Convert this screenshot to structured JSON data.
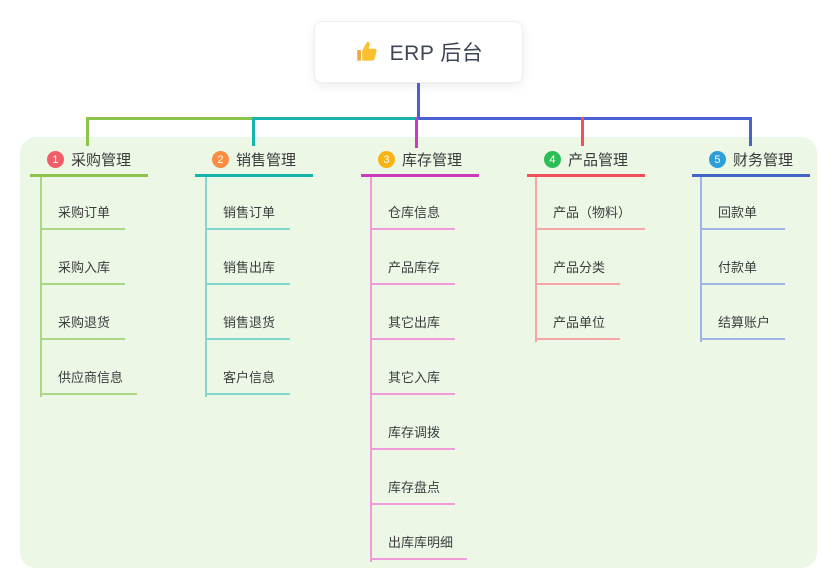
{
  "root": {
    "label": "ERP 后台",
    "icon": "thumbs-up-icon"
  },
  "colors": {
    "panel_bg": "#ecf7e6",
    "root_connector": "#4a5fd1",
    "root_text": "#3d4654",
    "thumb_main": "#fbc02d",
    "thumb_cuff": "#f0a93c"
  },
  "branches": [
    {
      "badge": "1",
      "label": "采购管理",
      "badge_color": "#f25e68",
      "line_color": "#8cc34a",
      "child_line_color": "#aad784",
      "children": [
        "采购订单",
        "采购入库",
        "采购退货",
        "供应商信息"
      ]
    },
    {
      "badge": "2",
      "label": "销售管理",
      "badge_color": "#fb8c40",
      "line_color": "#17b3ac",
      "child_line_color": "#82d6d1",
      "children": [
        "销售订单",
        "销售出库",
        "销售退货",
        "客户信息"
      ]
    },
    {
      "badge": "3",
      "label": "库存管理",
      "badge_color": "#f9b413",
      "line_color": "#cc3bbb",
      "child_line_color": "#ef9bdc",
      "children": [
        "仓库信息",
        "产品库存",
        "其它出库",
        "其它入库",
        "库存调拨",
        "库存盘点",
        "出库库明细"
      ]
    },
    {
      "badge": "4",
      "label": "产品管理",
      "badge_color": "#2dbd55",
      "line_color": "#f25058",
      "child_line_color": "#f6a6a4",
      "children": [
        "产品（物料）",
        "产品分类",
        "产品单位"
      ]
    },
    {
      "badge": "5",
      "label": "财务管理",
      "badge_color": "#2d9fd9",
      "line_color": "#4565c8",
      "child_line_color": "#9db4e6",
      "children": [
        "回款单",
        "付款单",
        "结算账户"
      ]
    }
  ]
}
